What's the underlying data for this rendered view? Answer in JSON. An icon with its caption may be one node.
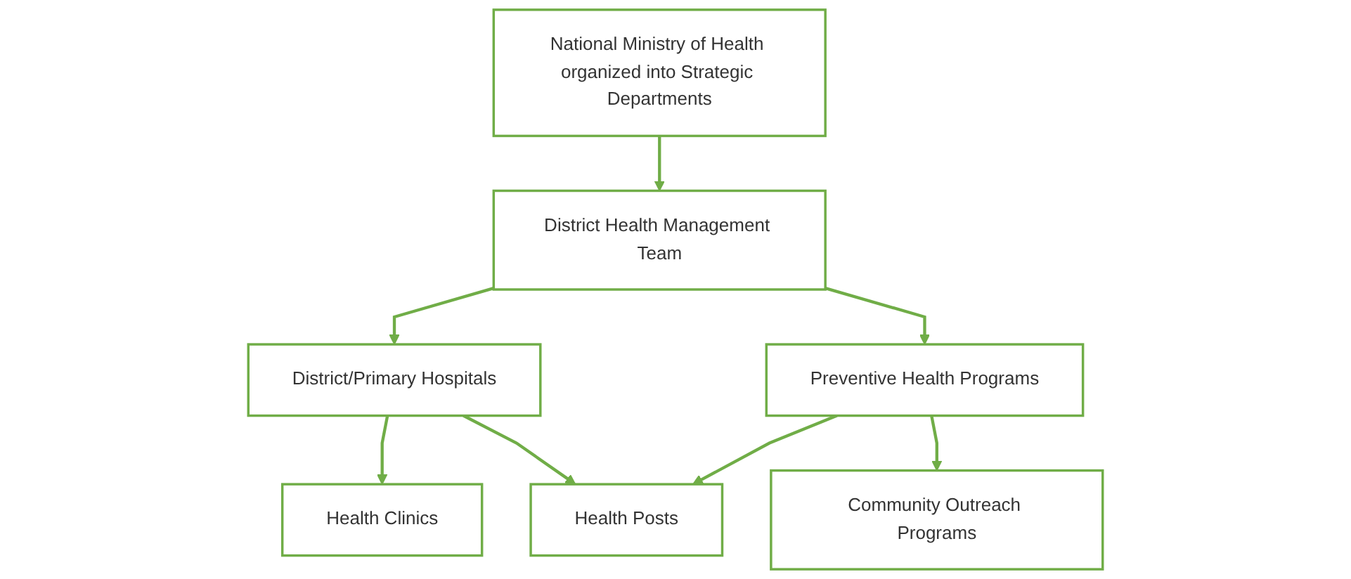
{
  "diagram": {
    "nodes": [
      {
        "text": [
          "National Ministry of Health organized into Strategic Departments"
        ]
      },
      {
        "text": [
          "District Health Management Team"
        ]
      },
      {
        "text": [
          "District/Primary Hospitals"
        ]
      },
      {
        "text": [
          "Preventive Health Programs"
        ]
      },
      {
        "text": [
          "Health Clinics"
        ]
      },
      {
        "text": [
          "Health Posts"
        ]
      },
      {
        "text": [
          "Community Outreach Programs"
        ]
      }
    ],
    "edges": [
      {
        "from": 0,
        "to": 1,
        "arrow": "to"
      },
      {
        "from": 1,
        "to": 2,
        "arrow": "to"
      },
      {
        "from": 1,
        "to": 3,
        "arrow": "to"
      },
      {
        "from": 2,
        "to": 4,
        "arrow": "to"
      },
      {
        "from": 2,
        "to": 5,
        "arrow": "to"
      },
      {
        "from": 3,
        "to": 5,
        "arrow": "to"
      },
      {
        "from": 3,
        "to": 6,
        "arrow": "to"
      }
    ]
  }
}
